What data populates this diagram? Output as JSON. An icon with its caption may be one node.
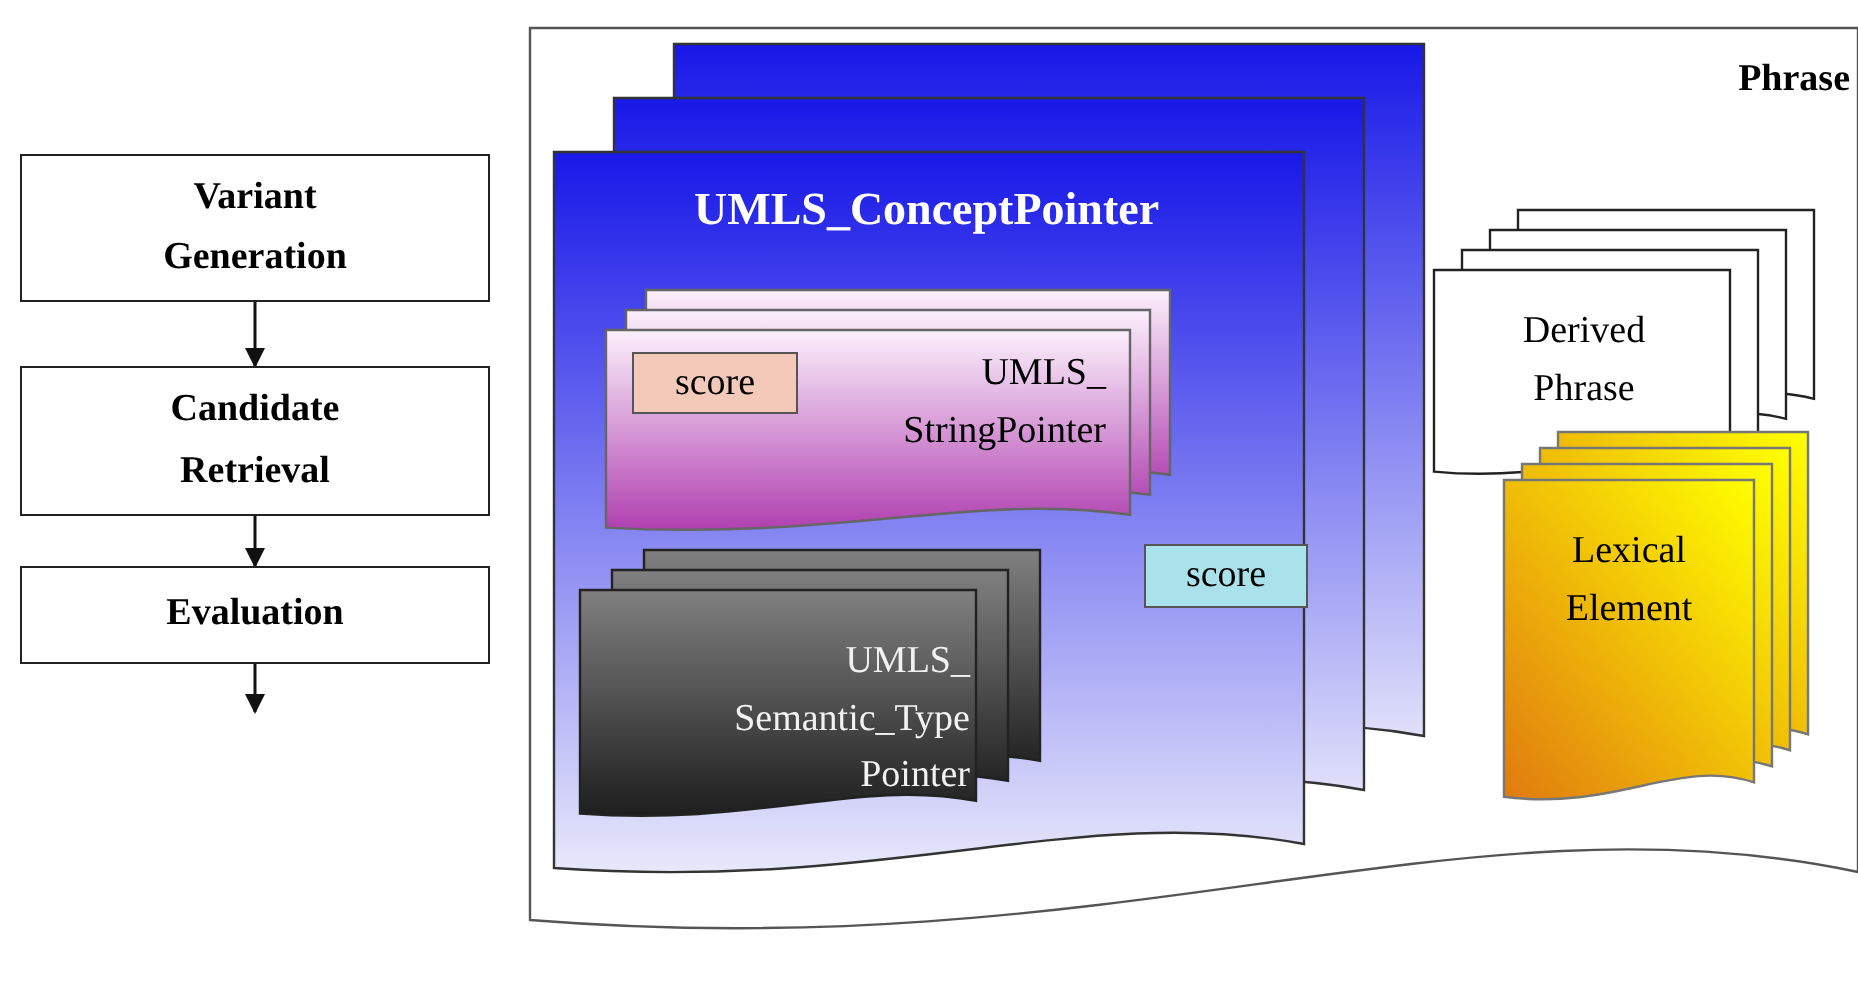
{
  "diagram": {
    "nodes": [
      {
        "text": [
          "Variant Generation"
        ]
      },
      {
        "text": [
          "Candidate Retrieval"
        ]
      },
      {
        "text": [
          "Evaluation"
        ]
      },
      {
        "text": [
          "Phrase"
        ]
      },
      {
        "text": [
          "UMLS_ConceptPointer"
        ],
        "in": 3
      },
      {
        "text": [
          "UMLS_ StringPointer"
        ],
        "in": 4
      },
      {
        "text": [
          "score"
        ],
        "in": 5
      },
      {
        "text": [
          "score"
        ],
        "in": 4
      },
      {
        "text": [
          "UMLS_ Semantic_Type Pointer"
        ],
        "in": 4
      },
      {
        "text": [
          "Derived Phrase"
        ],
        "in": 3
      },
      {
        "text": [
          "Lexical Element"
        ],
        "in": 3
      }
    ],
    "edges": [
      {
        "from": 0,
        "to": 1,
        "arrow": "to"
      },
      {
        "from": 1,
        "to": 2,
        "arrow": "to"
      },
      {
        "from": 2,
        "to": null,
        "arrow": "to"
      }
    ]
  }
}
